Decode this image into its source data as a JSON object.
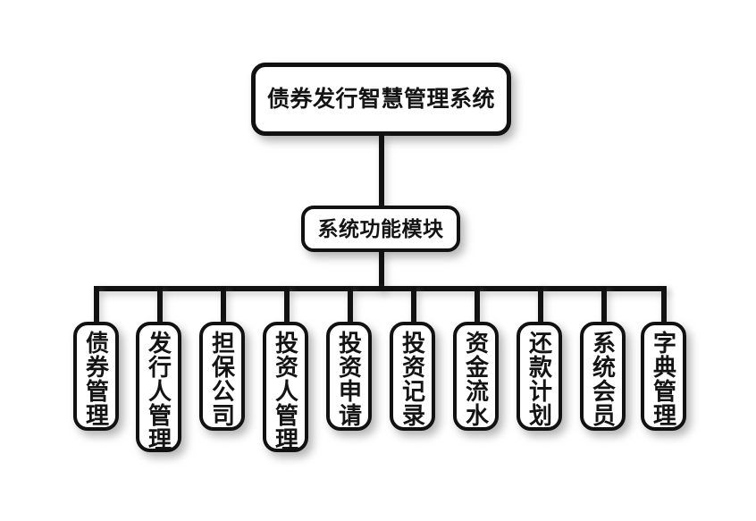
{
  "diagram": {
    "type": "tree-org-chart",
    "root": {
      "label": "债券发行智慧管理系统"
    },
    "middle": {
      "label": "系统功能模块"
    },
    "leaves": [
      {
        "label": "债券管理",
        "chars": 4
      },
      {
        "label": "发行人管理",
        "chars": 5
      },
      {
        "label": "担保公司",
        "chars": 4
      },
      {
        "label": "投资人管理",
        "chars": 5
      },
      {
        "label": "投资申请",
        "chars": 4
      },
      {
        "label": "投资记录",
        "chars": 4
      },
      {
        "label": "资金流水",
        "chars": 4
      },
      {
        "label": "还款计划",
        "chars": 4
      },
      {
        "label": "系统会员",
        "chars": 4
      },
      {
        "label": "字典管理",
        "chars": 4
      }
    ],
    "colors": {
      "background": "#ffffff",
      "box_fill": "#ffffff",
      "box_border": "#111111",
      "text": "#141414",
      "connector": "#111111",
      "shadow": "#8c8c8c"
    }
  }
}
